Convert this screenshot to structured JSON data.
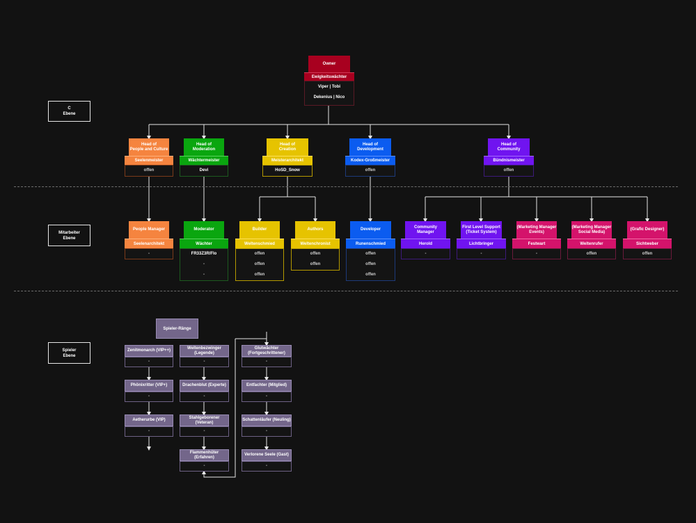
{
  "levels": {
    "c": "C\nEbene",
    "mitarbeiter": "Mitarbeiter\nEbene",
    "spieler": "Spieler\nEbene"
  },
  "colors": {
    "owner": "#a8001f",
    "people": "#f5843f",
    "moderation": "#0aa60f",
    "creation": "#e6c300",
    "development": "#0b5cf0",
    "community": "#7014f0",
    "pink": "#d4136b",
    "rank": "#73668a"
  },
  "owner": {
    "title": "Owner",
    "role": "Ewigkeitswächter",
    "members": [
      "Viper | Tobi",
      "Dekenius | Nico"
    ]
  },
  "heads": [
    {
      "title": "Head of\nPeople and Culture",
      "role": "Seelenmeister",
      "slots": [
        "offen"
      ]
    },
    {
      "title": "Head of\nModeration",
      "role": "Wächtermeister",
      "slots": [
        "Devi"
      ]
    },
    {
      "title": "Head of\nCreation",
      "role": "Meisterarchitekt",
      "slots": [
        "HoSD_Snow"
      ]
    },
    {
      "title": "Head of\nDevelopment",
      "role": "Kodex-Großmeister",
      "slots": [
        "offen"
      ]
    },
    {
      "title": "Head of\nCommunity",
      "role": "Bündnismeister",
      "slots": [
        "offen"
      ]
    }
  ],
  "staff": [
    {
      "title": "People Manager",
      "role": "Seelenarchitekt",
      "slots": [
        "-"
      ]
    },
    {
      "title": "Moderator",
      "role": "Wächter",
      "slots": [
        "FR33Z3R/Flo",
        "-",
        "-"
      ]
    },
    {
      "title": "Builder",
      "role": "Weltenschmied",
      "slots": [
        "offen",
        "offen",
        "offen"
      ]
    },
    {
      "title": "Authors",
      "role": "Weltenchronist",
      "slots": [
        "offen",
        "offen"
      ]
    },
    {
      "title": "Developer",
      "role": "Runenschmied",
      "slots": [
        "offen",
        "offen",
        "offen"
      ]
    },
    {
      "title": "Community\nManager",
      "role": "Herold",
      "slots": [
        "-"
      ]
    },
    {
      "title": "First Level Support\n(Ticket System)",
      "role": "Lichtbringer",
      "slots": [
        "-"
      ]
    },
    {
      "title": "(Marketing Manager\nEvents)",
      "role": "Festwart",
      "slots": [
        "-"
      ]
    },
    {
      "title": "(Marketing Manager\nSocial Media)",
      "role": "Weltenrufer",
      "slots": [
        "offen"
      ]
    },
    {
      "title": "(Grafic Designer)",
      "role": "Sichtweber",
      "slots": [
        "offen"
      ]
    }
  ],
  "ranks_title": "Spieler-Ränge",
  "ranks": [
    {
      "name": "Zenitmonarch\n(VIP++)",
      "value": "-"
    },
    {
      "name": "Phönixritter\n(VIP+)",
      "value": "-"
    },
    {
      "name": "Aetherurbe\n(VIP)",
      "value": "-"
    },
    {
      "name": "Weltenbezwinger\n(Legende)",
      "value": "-"
    },
    {
      "name": "Drachenblut\n(Experte)",
      "value": "-"
    },
    {
      "name": "Stahlgeborener\n(Veteran)",
      "value": "-"
    },
    {
      "name": "Flammenhüter\n(Erfahren)",
      "value": "-"
    },
    {
      "name": "Glutwächter\n(Fortgeschrittener)",
      "value": "-"
    },
    {
      "name": "Entfachter\n(Mitglied)",
      "value": "-"
    },
    {
      "name": "Schattenläufer\n(Neuling)",
      "value": "-"
    },
    {
      "name": "Verlorene Seele\n(Gast)",
      "value": "-"
    }
  ]
}
